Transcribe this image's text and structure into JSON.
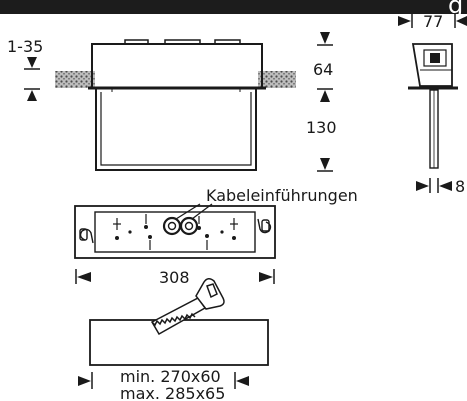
{
  "header": {
    "bar_color": "#1c1c1c",
    "partial_title": "g"
  },
  "labels": {
    "flange_thickness": "1-35",
    "height_upper": "64",
    "height_lower": "130",
    "side_width": "77",
    "rod_width": "8",
    "cable_entries": "Kabeleinführungen",
    "length": "308",
    "cutout_min": "min. 270x60",
    "cutout_max": "max. 285x65"
  },
  "colors": {
    "line": "#1a1a1a",
    "insulation_fill": "#7a7a7a"
  },
  "icons": [
    "saw-icon",
    "cable-gland-icon",
    "spring-clip-icon"
  ]
}
